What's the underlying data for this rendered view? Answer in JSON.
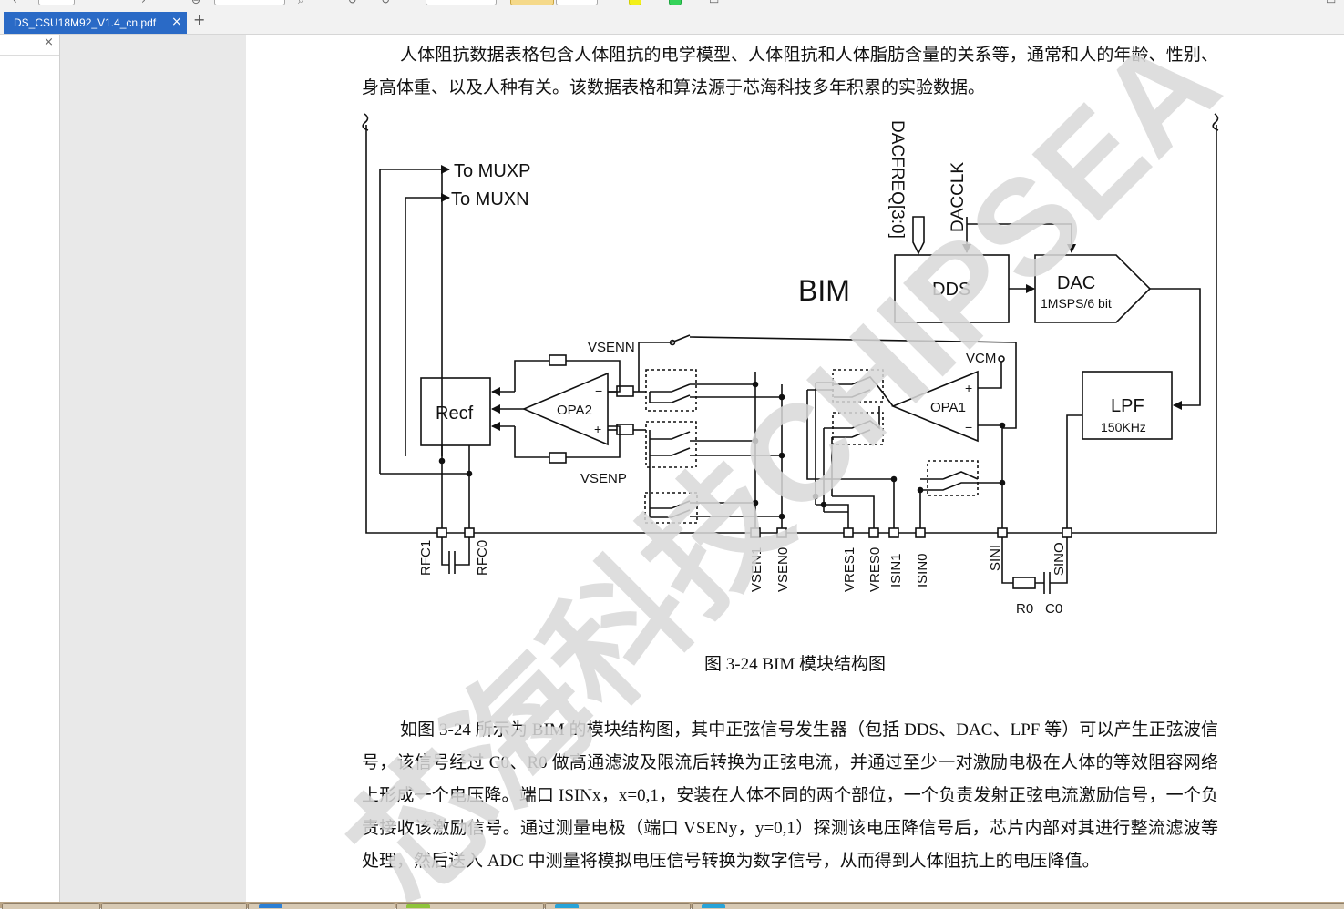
{
  "tab": {
    "title": "DS_CSU18M92_V1.4_cn.pdf",
    "close_glyph": "×",
    "new_tab_glyph": "+"
  },
  "side_panel": {
    "close_glyph": "×"
  },
  "document": {
    "paragraph1": "人体阻抗数据表格包含人体阻抗的电学模型、人体阻抗和人体脂肪含量的关系等，通常和人的年龄、性别、身高体重、以及人种有关。该数据表格和算法源于芯海科技多年积累的实验数据。",
    "figure_caption": "图  3-24 BIM 模块结构图",
    "paragraph2": "如图 3-24 所示为 BIM 的模块结构图，其中正弦信号发生器（包括 DDS、DAC、LPF 等）可以产生正弦波信号，该信号经过 C0、R0 做高通滤波及限流后转换为正弦电流，并通过至少一对激励电极在人体的等效阻容网络上形成一个电压降。端口 ISINx，x=0,1，安装在人体不同的两个部位，一个负责发射正弦电流激励信号，一个负责接收该激励信号。通过测量电极（端口 VSENy，y=0,1）探测该电压降信号后，芯片内部对其进行整流滤波等处理，然后送入 ADC 中测量将模拟电压信号转换为数字信号，从而得到人体阻抗上的电压降值。"
  },
  "diagram": {
    "to_muxp": "To MUXP",
    "to_muxn": "To MUXN",
    "dacfreq": "DACFREQ[3:0]",
    "dacclk": "DACCLK",
    "bim": "BIM",
    "dds": "DDS",
    "dac": "DAC",
    "dac_spec": "1MSPS/6 bit",
    "lpf": "LPF",
    "lpf_spec": "150KHz",
    "recf": "Recf",
    "opa2": "OPA2",
    "opa1": "OPA1",
    "vsenn": "VSENN",
    "vsenp": "VSENP",
    "vcm": "VCM",
    "minus": "−",
    "plus": "+",
    "pins": {
      "rfc1": "RFC1",
      "rfc0": "RFC0",
      "vsen1": "VSEN1",
      "vsen0": "VSEN0",
      "vres1": "VRES1",
      "vres0": "VRES0",
      "isin1": "ISIN1",
      "isin0": "ISIN0",
      "sin": "SINI",
      "sino": "SINO"
    },
    "r0": "R0",
    "c0": "C0"
  },
  "watermark": {
    "text": "芯海科技CHIPSEA",
    "color": "#d9d9d9"
  },
  "colors": {
    "tab_active": "#2a6ac6",
    "page_bg": "#ffffff",
    "gutter_bg": "#e9e9e9",
    "taskbar": "#b9a486"
  }
}
